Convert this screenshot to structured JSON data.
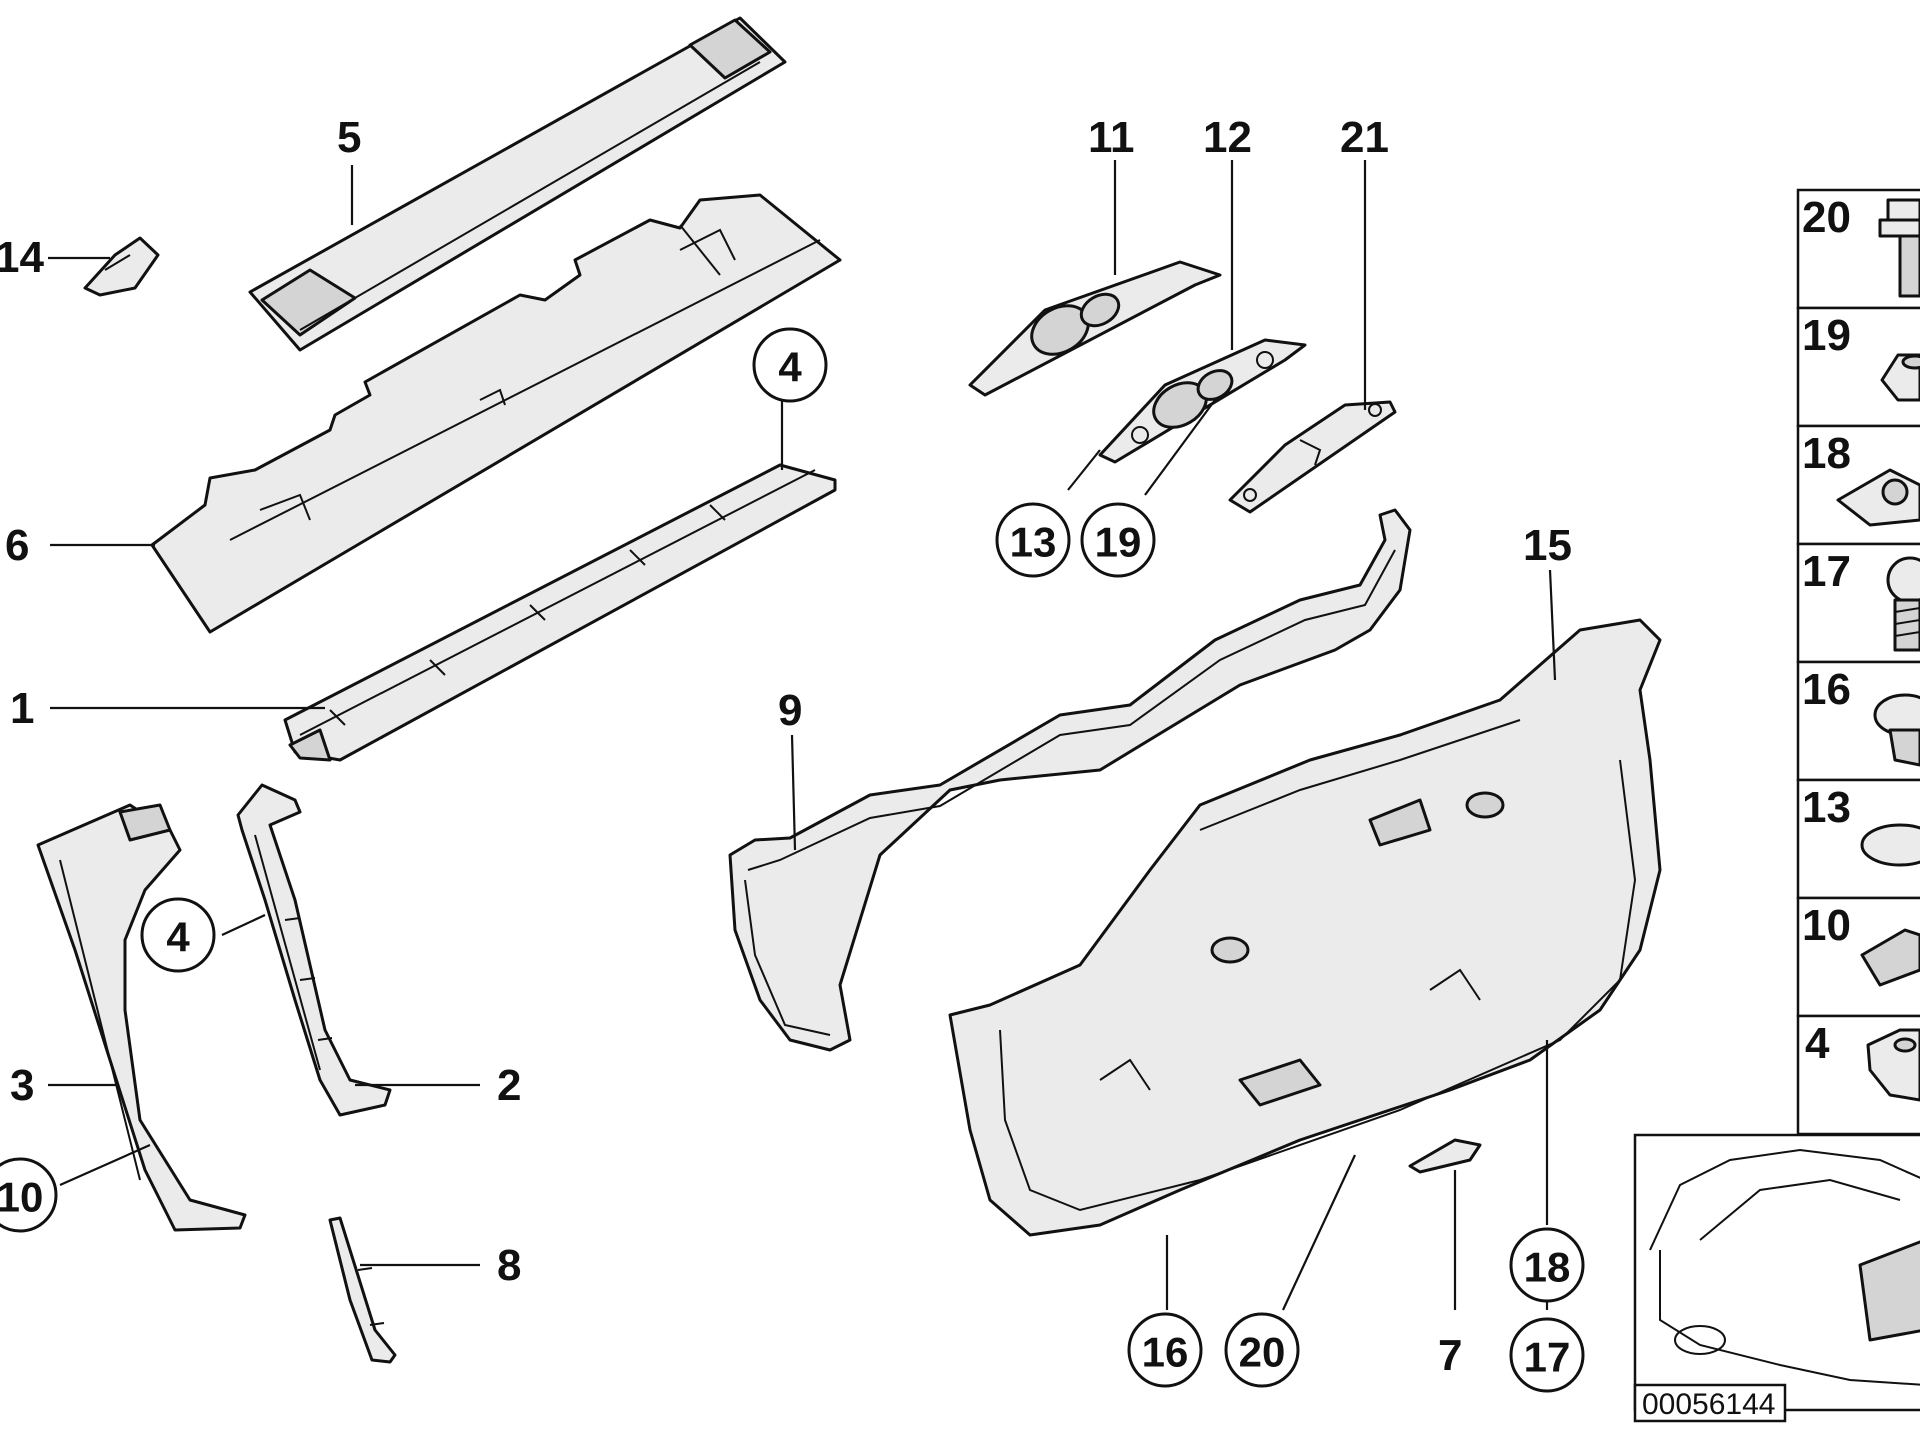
{
  "callouts": {
    "c1": "1",
    "c2": "2",
    "c3": "3",
    "c5": "5",
    "c6": "6",
    "c7": "7",
    "c8": "8",
    "c9": "9",
    "c11": "11",
    "c12": "12",
    "c14": "14",
    "c15": "15",
    "c21": "21"
  },
  "circled": {
    "c4a": "4",
    "c4b": "4",
    "c10": "10",
    "c13": "13",
    "c19": "19",
    "c16": "16",
    "c20": "20",
    "c18": "18",
    "c17": "17"
  },
  "legend": {
    "items": [
      "20",
      "19",
      "18",
      "17",
      "16",
      "13",
      "10",
      "4"
    ]
  },
  "reference_number": "00056144"
}
